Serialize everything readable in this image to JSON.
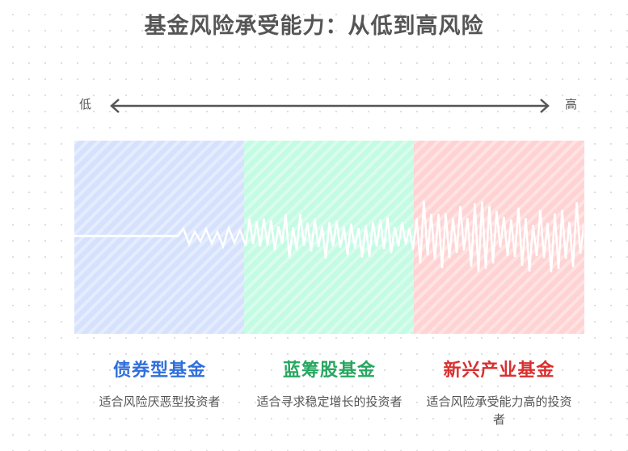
{
  "title": "基金风险承受能力：从低到高风险",
  "scale": {
    "low_label": "低",
    "high_label": "高"
  },
  "funds": [
    {
      "name": "债券型基金",
      "description": "适合风险厌恶型投资者",
      "color": "#2f6fdc",
      "bg": "#d6e2fd",
      "volatility": 0.1
    },
    {
      "name": "蓝筹股基金",
      "description": "适合寻求稳定增长的投资者",
      "color": "#27a760",
      "bg": "#c3fbe3",
      "volatility": 0.5
    },
    {
      "name": "新兴产业基金",
      "description": "适合风险承受能力高的投资者",
      "color": "#d9302f",
      "bg": "#ffd3d3",
      "volatility": 1.0
    }
  ]
}
